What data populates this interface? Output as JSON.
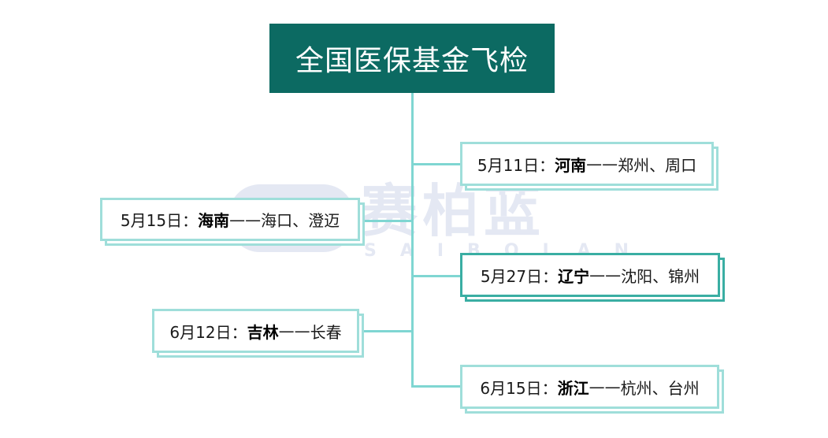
{
  "title": "全国医保基金飞检",
  "watermark": {
    "text": "赛柏蓝",
    "subtext": "SAIBOLAN"
  },
  "colors": {
    "title_bg": "#0c6a62",
    "line": "#7fd6d2",
    "box_border": "#9fdeda",
    "box_border_dark": "#3aaea3"
  },
  "nodes": [
    {
      "date": "5月11日：",
      "province": "河南",
      "dash": "——",
      "cities": "郑州、周口",
      "side": "right"
    },
    {
      "date": "5月15日：",
      "province": "海南",
      "dash": "——",
      "cities": "海口、澄迈",
      "side": "left"
    },
    {
      "date": "5月27日：",
      "province": "辽宁",
      "dash": "——",
      "cities": "沈阳、锦州",
      "side": "right"
    },
    {
      "date": "6月12日：",
      "province": "吉林",
      "dash": "——",
      "cities": "长春",
      "side": "left"
    },
    {
      "date": "6月15日：",
      "province": "浙江",
      "dash": "——",
      "cities": "杭州、台州",
      "side": "right"
    }
  ]
}
